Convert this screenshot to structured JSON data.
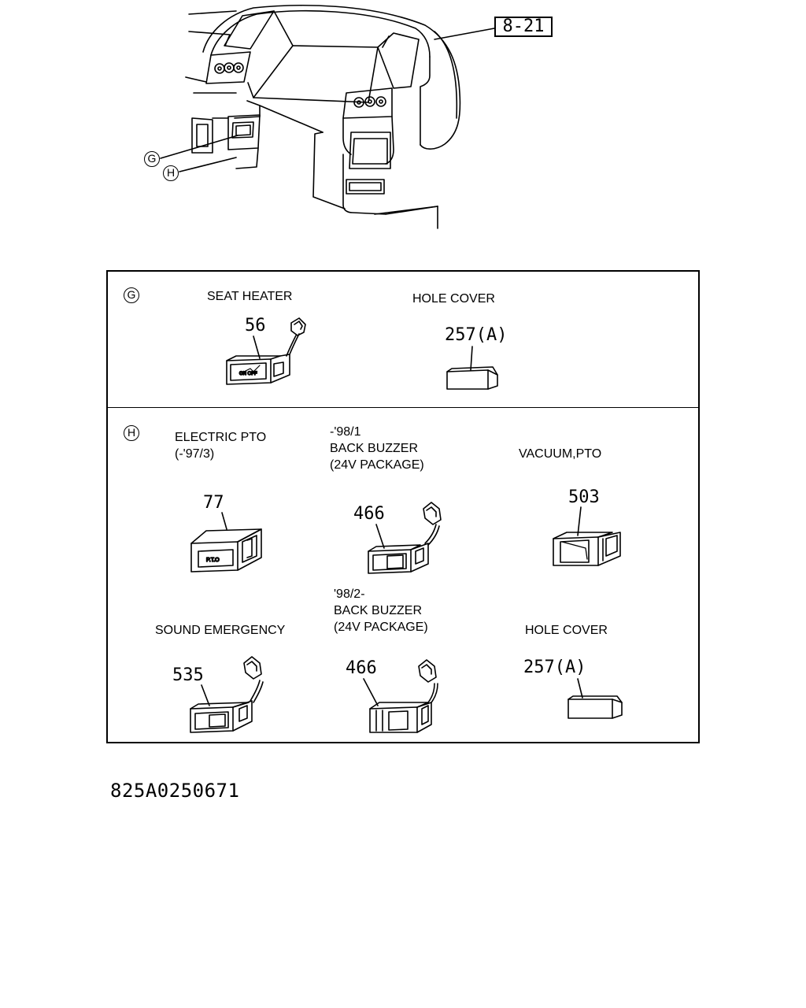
{
  "figure": {
    "ref_box": "8-21",
    "callout_g": "G",
    "callout_h": "H",
    "doc_id": "825A0250671"
  },
  "group_g": {
    "marker": "G",
    "items": [
      {
        "caption": "SEAT HEATER",
        "part_no": "56"
      },
      {
        "caption": "HOLE COVER",
        "part_no": "257(A)"
      }
    ]
  },
  "group_h": {
    "marker": "H",
    "items": [
      {
        "caption": "ELECTRIC PTO\n(-'97/3)",
        "part_no": "77"
      },
      {
        "caption": "-'98/1\nBACK BUZZER\n(24V PACKAGE)",
        "part_no": "466"
      },
      {
        "caption": "VACUUM,PTO",
        "part_no": "503"
      },
      {
        "caption": "SOUND EMERGENCY",
        "part_no": "535"
      },
      {
        "caption": "'98/2-\nBACK BUZZER\n(24V PACKAGE)",
        "part_no": "466"
      },
      {
        "caption": "HOLE COVER",
        "part_no": "257(A)"
      }
    ]
  },
  "switch_labels": {
    "pto": "P.T.O",
    "seat": "ON OFF"
  }
}
